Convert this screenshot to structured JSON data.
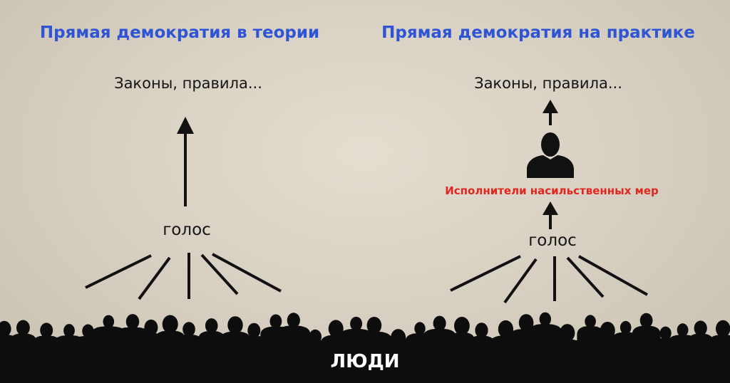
{
  "left": {
    "title": "Прямая демократия в теории",
    "laws": "Законы, правила...",
    "vote": "голос"
  },
  "right": {
    "title": "Прямая демократия на практике",
    "laws": "Законы, правила...",
    "enforcers": "Исполнители насильственных мер",
    "vote": "голос"
  },
  "people": "ЛЮДИ",
  "colors": {
    "title": "#2f55d4",
    "enforcers": "#e0261f",
    "ink": "#111111",
    "background": "#d8d1c4"
  },
  "icons": [
    "person-silhouette-icon",
    "up-arrow-icon",
    "crowd-silhouette"
  ]
}
